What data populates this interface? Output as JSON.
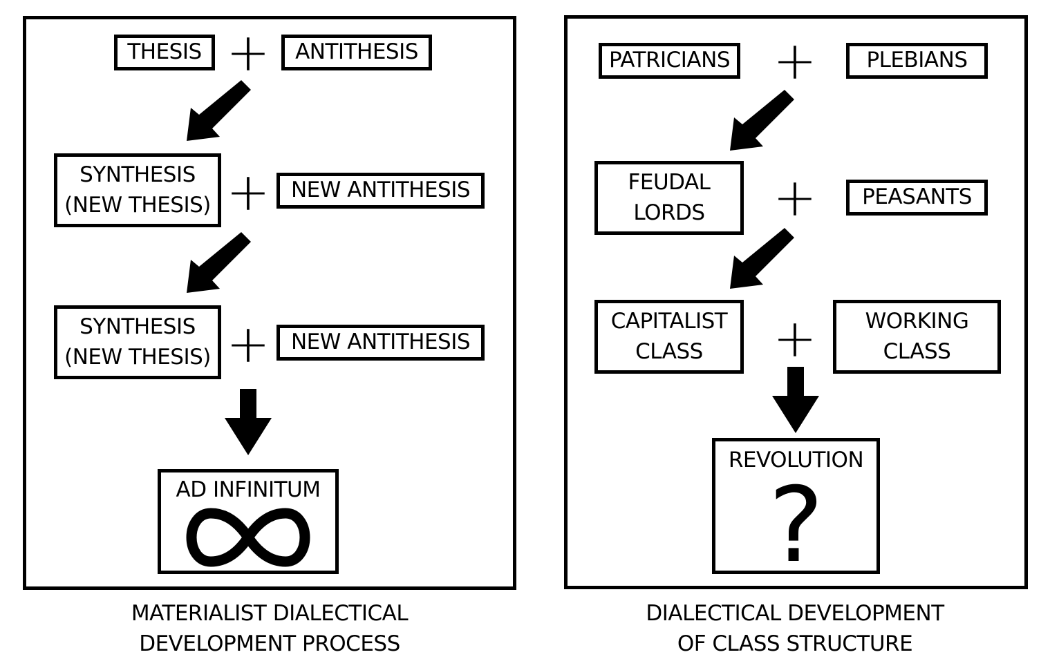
{
  "left_panel": {
    "row1": {
      "a": "THESIS",
      "b": "ANTITHESIS"
    },
    "row2": {
      "a_line1": "SYNTHESIS",
      "a_line2": "(NEW THESIS)",
      "b": "NEW ANTITHESIS"
    },
    "row3": {
      "a_line1": "SYNTHESIS",
      "a_line2": "(NEW THESIS)",
      "b": "NEW ANTITHESIS"
    },
    "result": {
      "label": "AD INFINITUM",
      "icon": "infinity-icon"
    },
    "plus_symbol": "+",
    "caption_line1": "MATERIALIST DIALECTICAL",
    "caption_line2": "DEVELOPMENT PROCESS"
  },
  "right_panel": {
    "row1": {
      "a": "PATRICIANS",
      "b": "PLEBIANS"
    },
    "row2": {
      "a_line1": "FEUDAL",
      "a_line2": "LORDS",
      "b": "PEASANTS"
    },
    "row3": {
      "a_line1": "CAPITALIST",
      "a_line2": "CLASS",
      "b_line1": "WORKING",
      "b_line2": "CLASS"
    },
    "result": {
      "label": "REVOLUTION",
      "mark": "?"
    },
    "plus_symbol": "+",
    "caption_line1": "DIALECTICAL DEVELOPMENT",
    "caption_line2": "OF CLASS STRUCTURE"
  }
}
